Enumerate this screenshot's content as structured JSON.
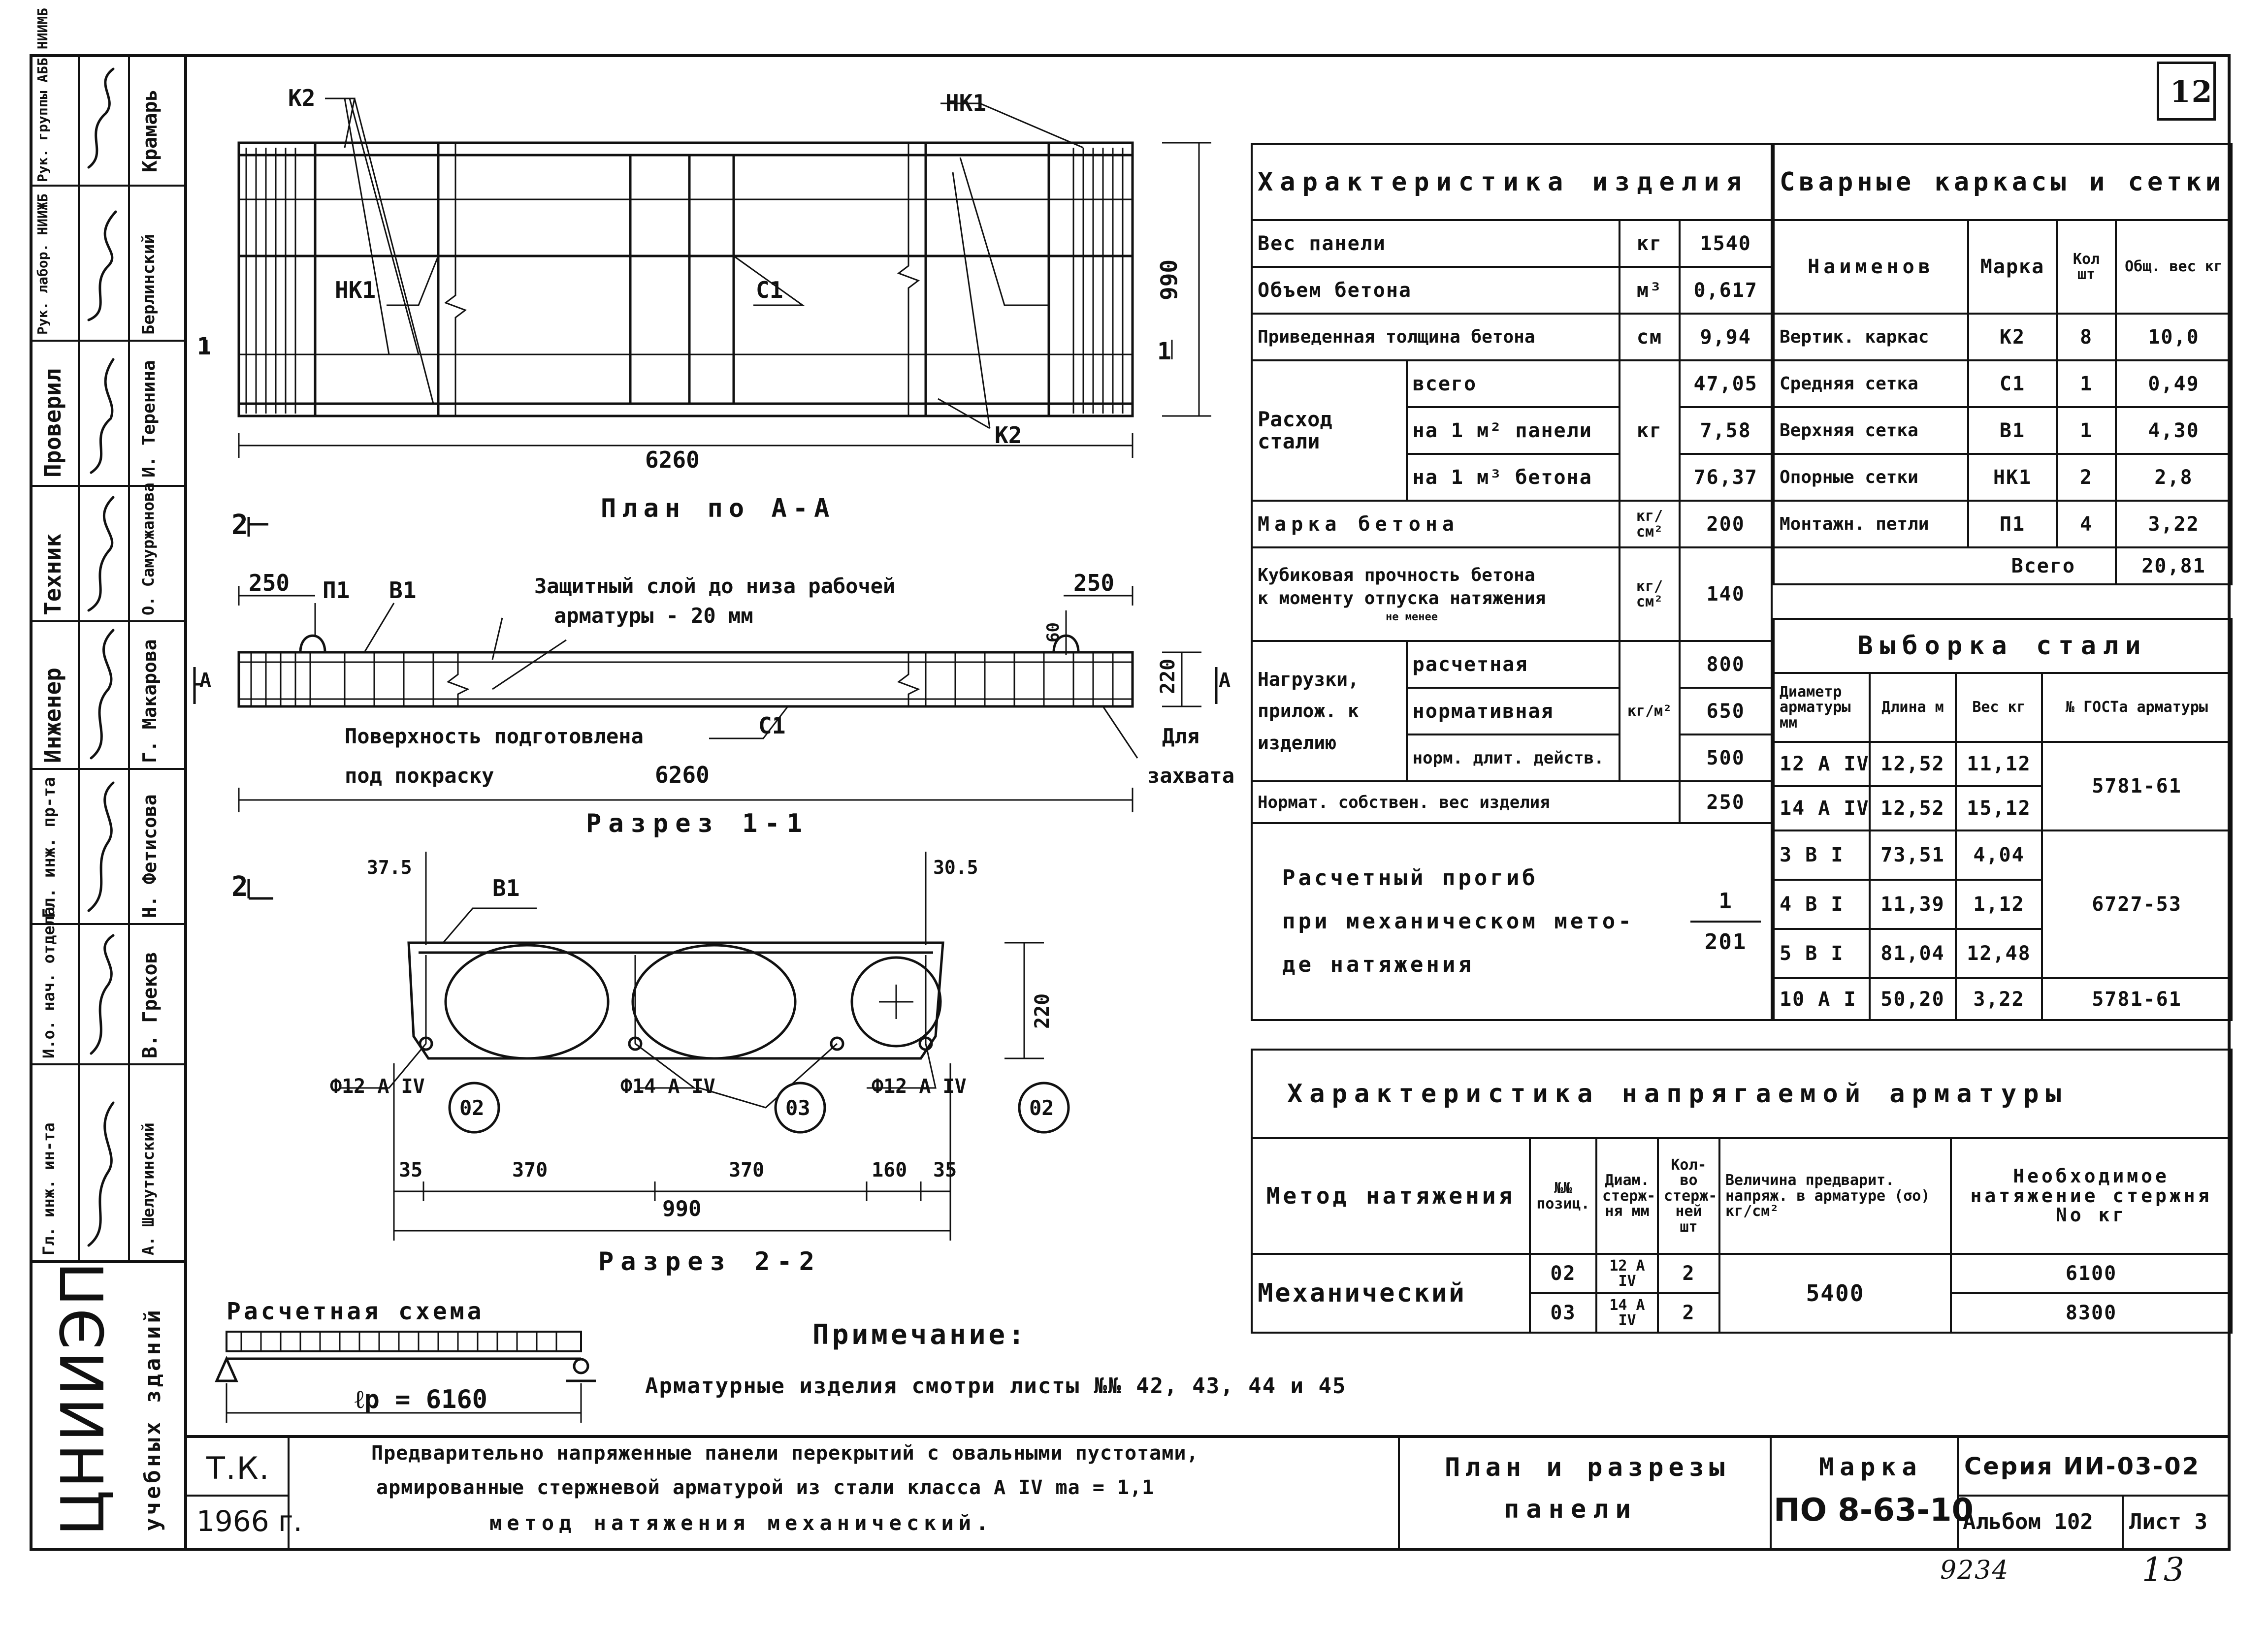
{
  "sheet_number": "12",
  "stamp_margin": {
    "institute": "ЦНИИЭП",
    "institute_sub": "учебных зданий",
    "roles": [
      {
        "role": "Рук. группы АББ НИИМБ",
        "name": "Крамарь"
      },
      {
        "role": "Рук. лабор. НИИЖБ",
        "name": "Берлинский"
      },
      {
        "role": "Проверил",
        "name": "И. Теренина"
      },
      {
        "role": "Техник",
        "name": "О. Самуржанова"
      },
      {
        "role": "Инженер",
        "name": "Г. Макарова"
      },
      {
        "role": "Гл. инж. пр-та",
        "name": "Н. Фетисова"
      },
      {
        "role": "И.о. нач. отдела",
        "name": "В. Греков"
      },
      {
        "role": "Гл. инж. ин-та",
        "name": "А. Шелутинский"
      }
    ]
  },
  "drawing": {
    "plan_title": "План по А-А",
    "section1_title": "Разрез 1-1",
    "section2_title": "Разрез 2-2",
    "labels": {
      "k2": "К2",
      "nk1": "НК1",
      "c1": "С1",
      "p1": "П1",
      "v1": "В1",
      "dim_990": "990",
      "dim_6260": "6260",
      "dim_250": "250",
      "dim_60": "60",
      "dim_220": "220",
      "dim_375": "37.5",
      "dim_305": "30.5",
      "dim_35": "35",
      "dim_370": "370",
      "dim_160": "160",
      "cut_1": "1",
      "cut_2": "2",
      "cut_a": "А",
      "note_protect1": "Защитный слой до низа рабочей",
      "note_protect2": "арматуры - 20 мм",
      "surface1": "Поверхность подготовлена",
      "surface2": "под покраску",
      "for_grab1": "Для",
      "for_grab2": "захвата",
      "phi12": "Ф12 А IV",
      "phi14": "Ф14 А IV",
      "pos02": "02",
      "pos03": "03"
    },
    "scheme_title": "Расчетная схема",
    "scheme_span": "ℓр = 6160",
    "note_title": "Примечание:",
    "note_text": "Арматурные изделия смотри листы №№ 42, 43, 44 и 45"
  },
  "product": {
    "header": "Характеристика изделия",
    "rows": [
      {
        "label": "Вес панели",
        "unit": "кг",
        "value": "1540"
      },
      {
        "label": "Объем бетона",
        "unit": "м³",
        "value": "0,617"
      },
      {
        "label": "Приведенная толщина бетона",
        "unit": "см",
        "value": "9,94"
      }
    ],
    "steel_label": "Расход стали",
    "steel_unit": "кг",
    "steel_rows": [
      {
        "label": "всего",
        "value": "47,05"
      },
      {
        "label": "на 1 м² панели",
        "value": "7,58"
      },
      {
        "label": "на 1 м³ бетона",
        "value": "76,37"
      }
    ],
    "concrete_grade": {
      "label": "Марка бетона",
      "unit": "кг/см²",
      "value": "200"
    },
    "cube_strength": {
      "label1": "Кубиковая прочность бетона",
      "label2": "к моменту отпуска натяжения",
      "label3": "не менее",
      "unit": "кг/см²",
      "value": "140"
    },
    "loads_label": "Нагрузки, прилож. к изделию",
    "loads_unit": "кг/м²",
    "loads": [
      {
        "label": "расчетная",
        "value": "800"
      },
      {
        "label": "нормативная",
        "value": "650"
      },
      {
        "label": "норм. длит. действ.",
        "value": "500"
      }
    ],
    "self_weight": {
      "label": "Нормат. собствен. вес изделия",
      "value": "250"
    },
    "deflection": {
      "label1": "Расчетный прогиб",
      "label2": "при механическом мето-",
      "label3": "де натяжения",
      "num": "1",
      "den": "201"
    }
  },
  "frames": {
    "header": "Сварные каркасы и сетки",
    "columns": [
      "Наименов",
      "Марка",
      "Кол шт",
      "Общ. вес кг"
    ],
    "rows": [
      {
        "name": "Вертик. каркас",
        "mark": "К2",
        "qty": "8",
        "weight": "10,0"
      },
      {
        "name": "Средняя сетка",
        "mark": "С1",
        "qty": "1",
        "weight": "0,49"
      },
      {
        "name": "Верхняя сетка",
        "mark": "В1",
        "qty": "1",
        "weight": "4,30"
      },
      {
        "name": "Опорные сетки",
        "mark": "НК1",
        "qty": "2",
        "weight": "2,8"
      },
      {
        "name": "Монтажн. петли",
        "mark": "П1",
        "qty": "4",
        "weight": "3,22"
      }
    ],
    "total_label": "Всего",
    "total": "20,81"
  },
  "steel_selection": {
    "header": "Выборка стали",
    "columns": [
      "Диаметр арматуры мм",
      "Длина м",
      "Вес кг",
      "№ ГОСТа арматуры"
    ],
    "rows": [
      {
        "dia": "12 А IV",
        "len": "12,52",
        "weight": "11,12"
      },
      {
        "dia": "14 А IV",
        "len": "12,52",
        "weight": "15,12"
      },
      {
        "dia": "3 В I",
        "len": "73,51",
        "weight": "4,04"
      },
      {
        "dia": "4 В I",
        "len": "11,39",
        "weight": "1,12"
      },
      {
        "dia": "5 В I",
        "len": "81,04",
        "weight": "12,48"
      },
      {
        "dia": "10 А I",
        "len": "50,20",
        "weight": "3,22"
      }
    ],
    "gost1": "5781-61",
    "gost2": "6727-53",
    "gost3": "5781-61"
  },
  "prestress": {
    "header": "Характеристика напрягаемой арматуры",
    "columns": [
      "Метод натяжения",
      "№№ позиц.",
      "Диам. стерж- ня мм",
      "Кол-во стерж- ней шт",
      "Величина предварит. напряж. в арматуре (σо) кг/см²",
      "Необходимое натяжение стержня No кг"
    ],
    "method": "Механический",
    "rows": [
      {
        "pos": "02",
        "dia": "12 А IV",
        "qty": "2",
        "tension": "6100"
      },
      {
        "pos": "03",
        "dia": "14 А IV",
        "qty": "2",
        "tension": "8300"
      }
    ],
    "stress": "5400"
  },
  "title_block": {
    "org": "Т.К.",
    "year": "1966 г.",
    "description1": "Предварительно напряженные панели перекрытий с овальными пустотами,",
    "description2": "армированные стержневой арматурой из стали класса А IV  mа = 1,1",
    "description3": "метод натяжения механический.",
    "sheet_title1": "План и разрезы",
    "sheet_title2": "панели",
    "mark_label": "Марка",
    "mark": "ПО 8-63-10",
    "series": "Серия ИИ-03-02",
    "album": "Альбом 102",
    "sheet": "Лист 3"
  },
  "footer": {
    "inv": "9234",
    "page": "13"
  }
}
